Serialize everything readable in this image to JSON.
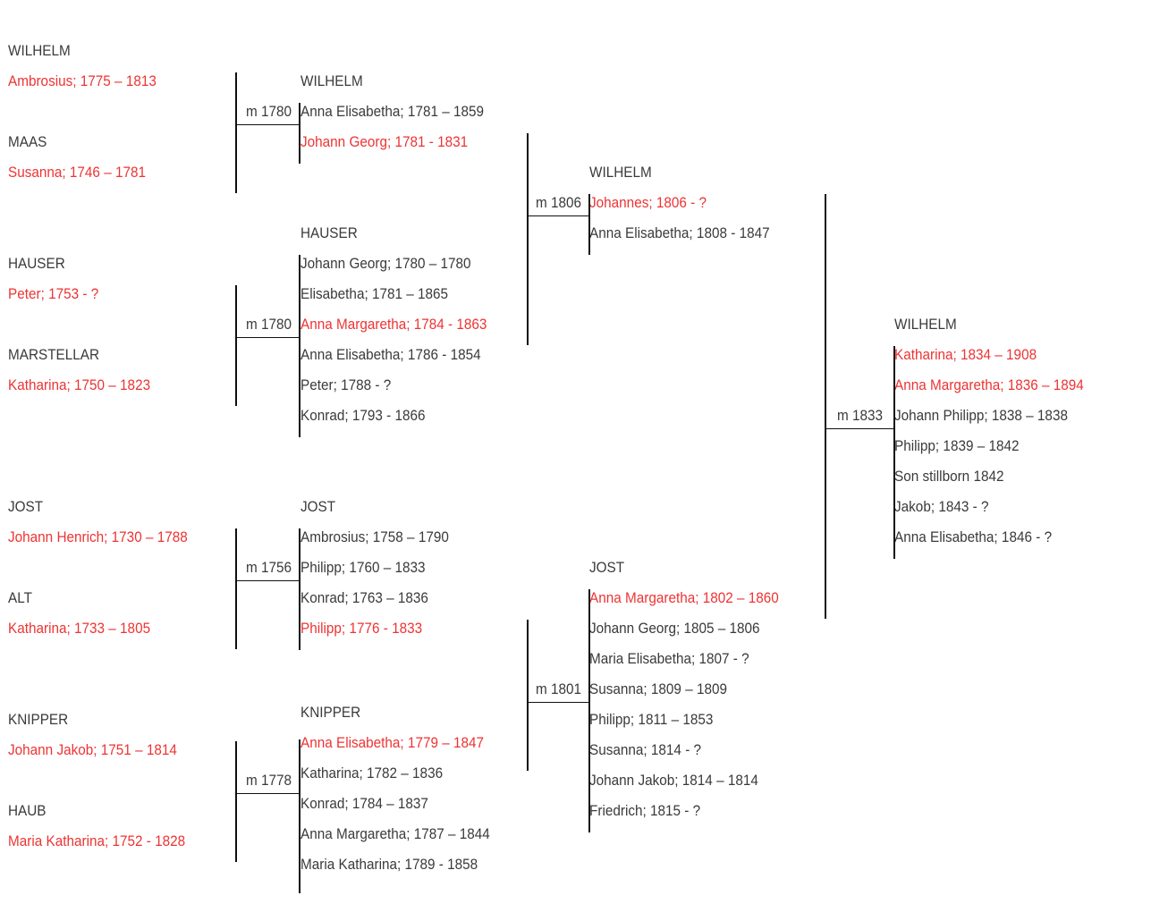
{
  "blocks": [
    {
      "id": "wilhelm-ambrosius",
      "surname": "WILHELM",
      "lines": [
        {
          "text": "Ambrosius; 1775 – 1813",
          "highlight": true
        }
      ]
    },
    {
      "id": "maas",
      "surname": "MAAS",
      "lines": [
        {
          "text": "Susanna; 1746 – 1781",
          "highlight": true
        }
      ]
    },
    {
      "id": "hauser-peter",
      "surname": "HAUSER",
      "lines": [
        {
          "text": "Peter; 1753 - ?",
          "highlight": true
        }
      ]
    },
    {
      "id": "marstellar",
      "surname": "MARSTELLAR",
      "lines": [
        {
          "text": "Katharina; 1750 – 1823",
          "highlight": true
        }
      ]
    },
    {
      "id": "jost-henrich",
      "surname": "JOST",
      "lines": [
        {
          "text": "Johann Henrich; 1730 – 1788",
          "highlight": true
        }
      ]
    },
    {
      "id": "alt",
      "surname": "ALT",
      "lines": [
        {
          "text": "Katharina; 1733 – 1805",
          "highlight": true
        }
      ]
    },
    {
      "id": "knipper-jakob",
      "surname": "KNIPPER",
      "lines": [
        {
          "text": "Johann Jakob; 1751 – 1814",
          "highlight": true
        }
      ]
    },
    {
      "id": "haub",
      "surname": "HAUB",
      "lines": [
        {
          "text": "Maria Katharina; 1752 - 1828",
          "highlight": true
        }
      ]
    },
    {
      "id": "wilhelm-children-1780",
      "surname": "WILHELM",
      "lines": [
        {
          "text": "Anna Elisabetha; 1781 – 1859",
          "highlight": false
        },
        {
          "text": "Johann Georg; 1781 - 1831",
          "highlight": true
        }
      ]
    },
    {
      "id": "hauser-children-1780",
      "surname": "HAUSER",
      "lines": [
        {
          "text": "Johann Georg; 1780 – 1780",
          "highlight": false
        },
        {
          "text": "Elisabetha; 1781 – 1865",
          "highlight": false
        },
        {
          "text": "Anna Margaretha; 1784 - 1863",
          "highlight": true
        },
        {
          "text": "Anna Elisabetha; 1786 - 1854",
          "highlight": false
        },
        {
          "text": "Peter; 1788 - ?",
          "highlight": false
        },
        {
          "text": "Konrad; 1793 - 1866",
          "highlight": false
        }
      ]
    },
    {
      "id": "jost-children-1756",
      "surname": "JOST",
      "lines": [
        {
          "text": "Ambrosius; 1758 – 1790",
          "highlight": false
        },
        {
          "text": "Philipp; 1760 – 1833",
          "highlight": false
        },
        {
          "text": "Konrad; 1763 – 1836",
          "highlight": false
        },
        {
          "text": "Philipp; 1776 - 1833",
          "highlight": true
        }
      ]
    },
    {
      "id": "knipper-children-1778",
      "surname": "KNIPPER",
      "lines": [
        {
          "text": "Anna Elisabetha; 1779 – 1847",
          "highlight": true
        },
        {
          "text": "Katharina; 1782 – 1836",
          "highlight": false
        },
        {
          "text": "Konrad; 1784 – 1837",
          "highlight": false
        },
        {
          "text": "Anna Margaretha; 1787 – 1844",
          "highlight": false
        },
        {
          "text": "Maria Katharina; 1789 - 1858",
          "highlight": false
        }
      ]
    },
    {
      "id": "wilhelm-children-1806",
      "surname": "WILHELM",
      "lines": [
        {
          "text": "Johannes; 1806 - ?",
          "highlight": true
        },
        {
          "text": "Anna Elisabetha; 1808 - 1847",
          "highlight": false
        }
      ]
    },
    {
      "id": "jost-children-1801",
      "surname": "JOST",
      "lines": [
        {
          "text": "Anna Margaretha; 1802 – 1860",
          "highlight": true
        },
        {
          "text": "Johann Georg; 1805 – 1806",
          "highlight": false
        },
        {
          "text": "Maria Elisabetha; 1807 - ?",
          "highlight": false
        },
        {
          "text": "Susanna; 1809 – 1809",
          "highlight": false
        },
        {
          "text": "Philipp; 1811 – 1853",
          "highlight": false
        },
        {
          "text": "Susanna; 1814 - ?",
          "highlight": false
        },
        {
          "text": "Johann Jakob; 1814 – 1814",
          "highlight": false
        },
        {
          "text": "Friedrich; 1815 - ?",
          "highlight": false
        }
      ]
    },
    {
      "id": "wilhelm-children-1833",
      "surname": "WILHELM",
      "lines": [
        {
          "text": "Katharina; 1834 – 1908",
          "highlight": true
        },
        {
          "text": "Anna Margaretha; 1836 – 1894",
          "highlight": true
        },
        {
          "text": "Johann Philipp; 1838 – 1838",
          "highlight": false
        },
        {
          "text": "Philipp; 1839 – 1842",
          "highlight": false
        },
        {
          "text": "Son stillborn 1842",
          "highlight": false
        },
        {
          "text": "Jakob; 1843 - ?",
          "highlight": false
        },
        {
          "text": "Anna Elisabetha; 1846 - ?",
          "highlight": false
        }
      ]
    }
  ],
  "marriages": [
    {
      "id": "m1780a",
      "label": "m 1780"
    },
    {
      "id": "m1780b",
      "label": "m 1780"
    },
    {
      "id": "m1756",
      "label": "m 1756"
    },
    {
      "id": "m1778",
      "label": "m 1778"
    },
    {
      "id": "m1806",
      "label": "m 1806"
    },
    {
      "id": "m1801",
      "label": "m 1801"
    },
    {
      "id": "m1833",
      "label": "m 1833"
    }
  ],
  "colors": {
    "text": "#3a3a3a",
    "highlight": "#ee3333",
    "line": "#111111"
  }
}
